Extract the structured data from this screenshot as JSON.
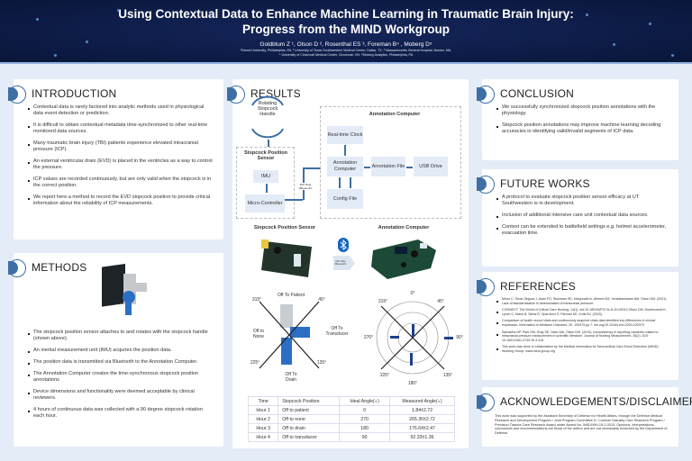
{
  "header": {
    "title_line1": "Using Contextual Data to Enhance Machine Learning in Traumatic Brain Injury:",
    "title_line2": "Progress from the MIND Workgroup",
    "authors": "Goldblum Z ¹, Olson D ², Rosenthal ES ³, Foreman B⁴ , Moberg D⁵",
    "affiliations_1": "¹Drexel University, Philadelphia, PA, ² University of Texas Southwestern Medical Center, Dallas, TX, ³ Massachusetts General Hospital, Boston, MA,",
    "affiliations_2": "⁴ University of Cincinnati Medical Center, Cincinnati, OH, ⁵Moberg Analytics, Philadelphia, PA"
  },
  "introduction": {
    "title": "INTRODUCTION",
    "items": [
      "Contextual data is rarely factored into analytic methods used in physiological data event detection or prediction.",
      "It is difficult to obtain contextual metadata time-synchronized to other real-time monitored data sources.",
      "Many traumatic brain injury (TBI) patients experience elevated intracranial pressure (ICP).",
      "An external ventricular drain (EVD) is placed in the ventricles as a way to control the pressure.",
      "ICP values are recorded continuously, but are only valid when the stopcock is in the correct position.",
      "We report here a method to record the EVD stopcock position to provide critical information about the reliability of ICP measurements."
    ]
  },
  "methods": {
    "title": "METHODS",
    "items": [
      "The stopcock position sensor attaches to and rotates with the stopcock handle (shown above).",
      "An inertial measurement unit (IMU) acquires the position data.",
      "The position data is transmitted via Bluetooth to the Annotation Computer.",
      "The Annotation Computer creates the time-synchronous stopcock position annotations",
      "Device dimensions and functionality were deemed acceptable by clinical reviewers.",
      "4 hours of continuous data was collected with a 90 degree stopcock rotation each hour."
    ]
  },
  "results": {
    "title": "RESULTS",
    "diagram": {
      "handle": "Rotating Stopcock Handle",
      "sensor_group": "Stopcock Position Sensor",
      "imu": "IMU",
      "micro": "Micro-Controller",
      "link": "IMU Data (Bluetooth)",
      "computer_group": "Annotation Computer",
      "clock": "Real-time Clock",
      "computer": "Annotation Computer",
      "file": "Annotation File",
      "usb": "USB Drive",
      "config": "Config File"
    },
    "sensor_photo_label": "Stopcock Position Sensor",
    "computer_photo_label": "Annotation Computer",
    "bt_label": "IMU Data (Bluetooth)",
    "positions": {
      "angles": [
        "315°",
        "45°",
        "225°",
        "135°"
      ],
      "patient": "Off To Patient",
      "none": "Off to None",
      "transducer": "Off To Transducer",
      "drain": "Off To Drain"
    },
    "polar": {
      "angles": [
        "0°",
        "45°",
        "90°",
        "135°",
        "180°",
        "225°",
        "270°",
        "315°"
      ]
    },
    "table": {
      "headers": [
        "Time",
        "Stopcock Position",
        "Ideal Angle(∘)",
        "Measured Angle(∘)"
      ],
      "rows": [
        [
          "Hour 1",
          "Off to patient",
          "0",
          "1.84±2.72"
        ],
        [
          "Hour 2",
          "Off to none",
          "270",
          "265.30±2.72"
        ],
        [
          "Hour 3",
          "Off to drain",
          "180",
          "176.64±2.47"
        ],
        [
          "Hour 4",
          "Off to transducer",
          "90",
          "92.33±1.36"
        ]
      ]
    }
  },
  "conclusion": {
    "title": "CONCLUSION",
    "items": [
      "We successfully synchronized stopcock position annotations with the physiology.",
      "Stopcock position annotations may improve machine learning decoding accuracies in identifying valid/invalid segments of ICP data."
    ]
  },
  "future": {
    "title": "FUTURE WORKS",
    "items": [
      "A protocol to evaluate stopcock position sensor efficacy at UT Southwestern is in development.",
      "Inclusion of additional intensive care unit contextual data sources.",
      "Context can be extended to battlefield settings e.g. helmet accelerometer, evacuation time."
    ]
  },
  "references": {
    "title": "REFERENCES",
    "items": [
      "Minor C, Tovar-Segura J, Alam FO, Stutzman SE, Manjunath A, Ahmed KM, Venkatachalam AM, Olson DM. (2021). Lack of standardization in determination of intracranial pressure.",
      "CONNECT: The World of Critical Care Nursing. 14(1). doi:10.1891/WFCCN-D-20-00013 Olson DM, Dombrowski K, Lynch C, Mace B, Sinha R, Sparrhour S, Rieman KE, Kolls BJ. (2020).",
      "Comparison of health record vitals and continuously acquired vitals data identifies key differences in clinical expression. Informatics in Medicine Unlocked, 20, 100379.pp.7. doi.org/10.1016/j.imu.2020.100379.",
      "Samadha NP, Park SM, Gray SE, Sabo MA, Olson DM. (2019). Inconsistency in reporting variables related to intracranial pressure measurement in scientific literature. Journal of Nursing Measurement, 26(2). DOI: 10.1891/1061-3749.26.3.415.",
      "This work was done in collaboration by the Medical Informatics for Neurocritical Care Event Detection (MIND) Working Group: www.mind-group.org"
    ]
  },
  "acknowledgements": {
    "title": "ACKNOWLEDGEMENTS/DISCLAIMERS",
    "text": "This work was supported by the Assistant Secretary of Defense for Health Affairs, through the Defense Medical Research and Development Program / Joint Program Committee 6 / Combat Casualty Care Research Program / Precision Trauma Care Research Award under Award No. W81XWH-19-2-0013. Opinions, interpretations, conclusions and recommendations are those of the author and are not necessarily endorsed by the Department of Defense."
  },
  "colors": {
    "header": "#0c1a44",
    "accent": "#3d6fa5",
    "background": "#e4ecf7"
  }
}
